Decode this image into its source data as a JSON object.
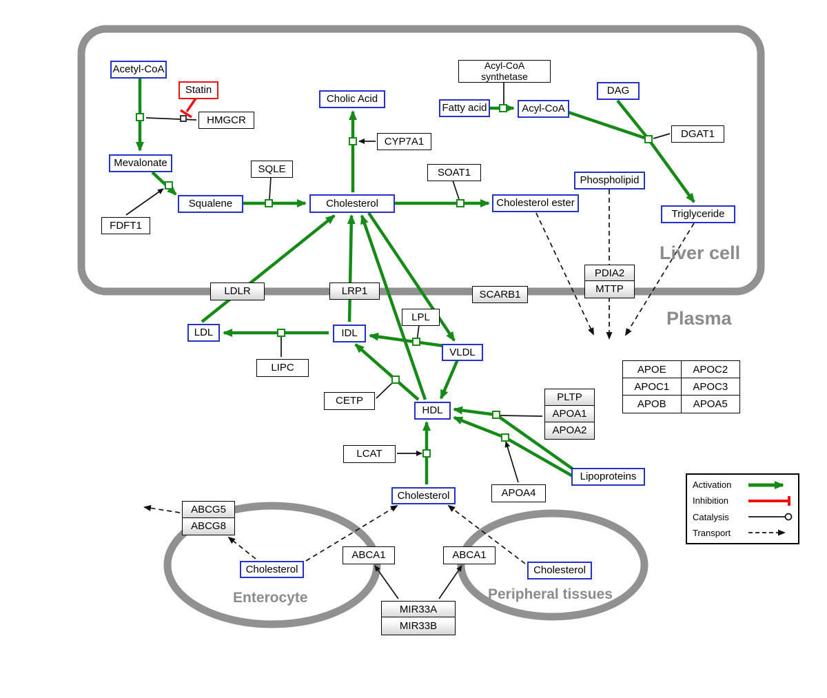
{
  "compartments": {
    "liver_cell": "Liver cell",
    "plasma": "Plasma",
    "enterocyte": "Enterocyte",
    "peripheral_tissues": "Peripheral tissues"
  },
  "metabolites": {
    "acetyl_coa": "Acetyl-CoA",
    "mevalonate": "Mevalonate",
    "squalene": "Squalene",
    "cholesterol_liver": "Cholesterol",
    "cholic_acid": "Cholic Acid",
    "cholesterol_ester": "Cholesterol ester",
    "fatty_acid": "Fatty acid",
    "acyl_coa": "Acyl-CoA",
    "dag": "DAG",
    "phospholipid": "Phospholipid",
    "triglyceride": "Triglyceride",
    "ldl": "LDL",
    "idl": "IDL",
    "vldl": "VLDL",
    "hdl": "HDL",
    "lipoproteins": "Lipoproteins",
    "cholesterol_plasma": "Cholesterol",
    "cholesterol_enterocyte": "Cholesterol",
    "cholesterol_peripheral": "Cholesterol"
  },
  "drugs": {
    "statin": "Statin"
  },
  "enzymes": {
    "hmgcr": "HMGCR",
    "fdft1": "FDFT1",
    "sqle": "SQLE",
    "cyp7a1": "CYP7A1",
    "soat1": "SOAT1",
    "acyl_coa_synthetase_line1": "Acyl-CoA",
    "acyl_coa_synthetase_line2": "synthetase",
    "dgat1": "DGAT1",
    "lipc": "LIPC",
    "lpl": "LPL",
    "cetp": "CETP",
    "lcat": "LCAT",
    "apoa4": "APOA4"
  },
  "transporters": {
    "ldlr": "LDLR",
    "lrp1": "LRP1",
    "scarb1": "SCARB1",
    "pdia2": "PDIA2",
    "mttp": "MTTP",
    "abcg5": "ABCG5",
    "abcg8": "ABCG8",
    "abca1_enterocyte": "ABCA1",
    "abca1_peripheral": "ABCA1",
    "mir33a": "MIR33A",
    "mir33b": "MIR33B"
  },
  "plasma_proteins": {
    "pltp": "PLTP",
    "apoa1": "APOA1",
    "apoa2": "APOA2"
  },
  "apo_table": {
    "r1c1": "APOE",
    "r1c2": "APOC2",
    "r2c1": "APOC1",
    "r2c2": "APOC3",
    "r3c1": "APOB",
    "r3c2": "APOA5"
  },
  "legend": {
    "activation": "Activation",
    "inhibition": "Inhibition",
    "catalysis": "Catalysis",
    "transport": "Transport"
  },
  "colors": {
    "metabolite_border": "#2431c8",
    "activation_green": "#168a16",
    "inhibition_red": "#ee1111",
    "compartment_gray": "#919191"
  }
}
